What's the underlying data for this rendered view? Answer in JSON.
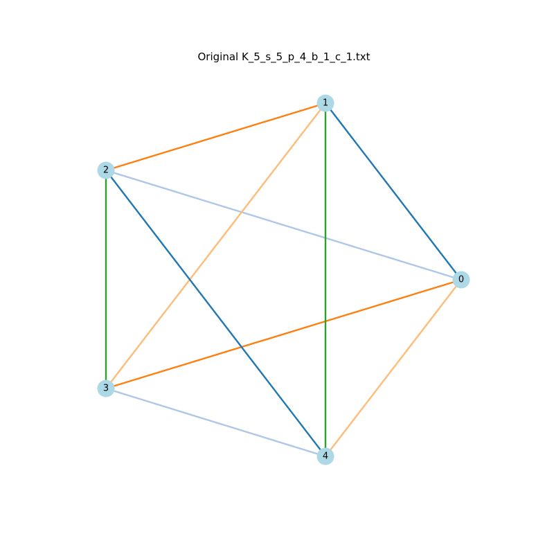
{
  "title": "Original K_5_s_5_p_4_b_1_c_1.txt",
  "node_color": "#add8e6",
  "nodes": [
    {
      "id": "0",
      "label": "0"
    },
    {
      "id": "1",
      "label": "1"
    },
    {
      "id": "2",
      "label": "2"
    },
    {
      "id": "3",
      "label": "3"
    },
    {
      "id": "4",
      "label": "4"
    }
  ],
  "edges": [
    {
      "source": "0",
      "target": "1",
      "color": "#1f77b4"
    },
    {
      "source": "0",
      "target": "2",
      "color": "#aec7e8"
    },
    {
      "source": "0",
      "target": "3",
      "color": "#ff7f0e"
    },
    {
      "source": "0",
      "target": "4",
      "color": "#ffbb78"
    },
    {
      "source": "1",
      "target": "2",
      "color": "#ff7f0e"
    },
    {
      "source": "1",
      "target": "3",
      "color": "#ffbb78"
    },
    {
      "source": "1",
      "target": "4",
      "color": "#2ca02c"
    },
    {
      "source": "2",
      "target": "3",
      "color": "#2ca02c"
    },
    {
      "source": "2",
      "target": "4",
      "color": "#1f77b4"
    },
    {
      "source": "3",
      "target": "4",
      "color": "#aec7e8"
    }
  ]
}
